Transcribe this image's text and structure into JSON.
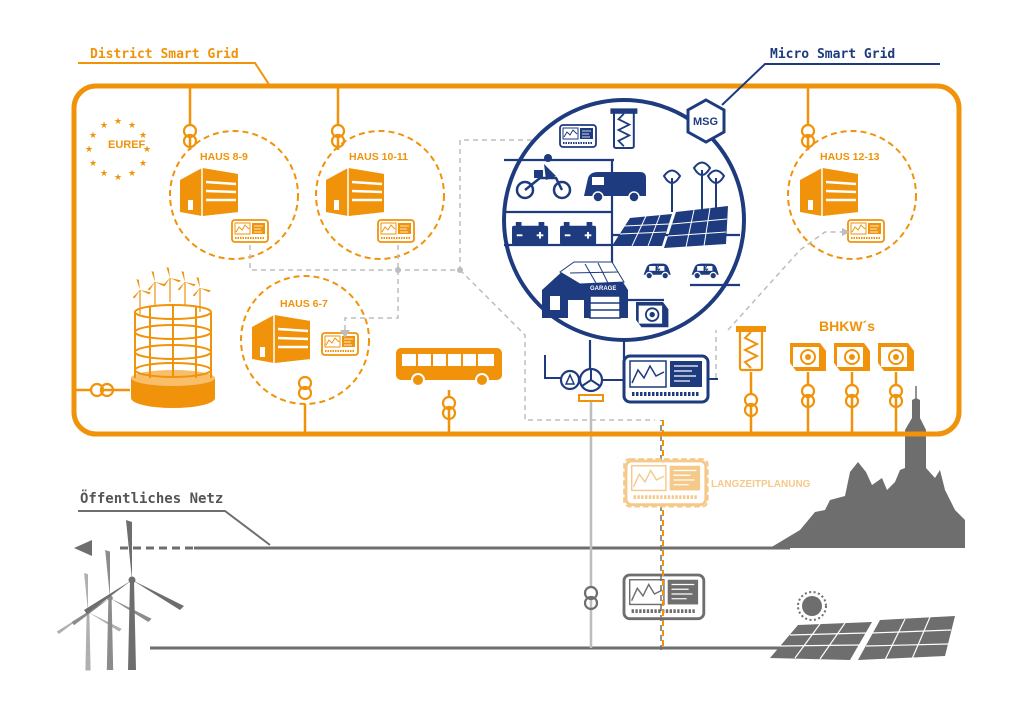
{
  "labels": {
    "district": "District Smart Grid",
    "micro": "Micro Smart Grid",
    "public_grid": "Öffentliches Netz",
    "euref": "EUREF",
    "msg": "MSG",
    "haus_8_9": "HAUS 8-9",
    "haus_10_11": "HAUS 10-11",
    "haus_12_13": "HAUS 12-13",
    "haus_6_7": "HAUS 6-7",
    "bhkw": "BHKW´s",
    "garage": "GARAGE",
    "langzeit": "LANGZEITPLANUNG"
  },
  "colors": {
    "orange": "#F0930A",
    "orange_light": "#F5C98A",
    "navy": "#1D3B7E",
    "gray": "#6E6E6E",
    "gray_light": "#BDBDBD"
  }
}
